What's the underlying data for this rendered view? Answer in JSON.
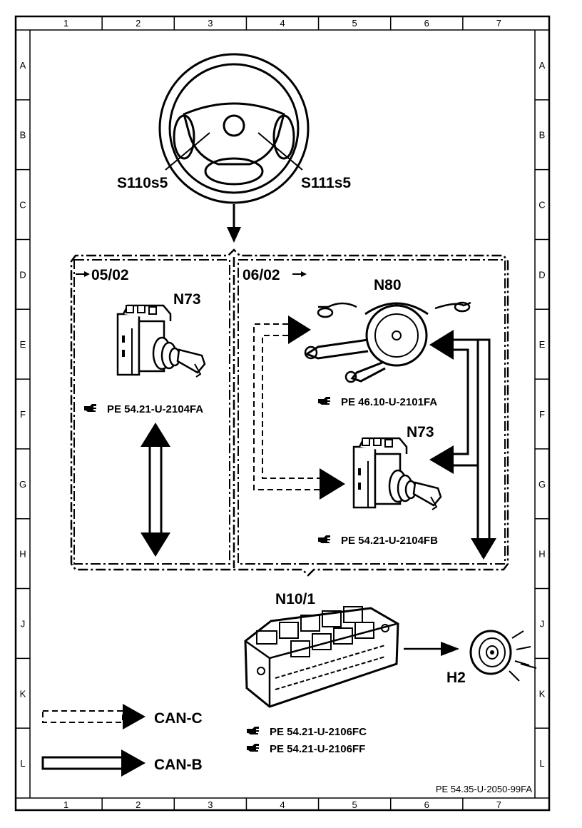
{
  "grid": {
    "columns": [
      "1",
      "2",
      "3",
      "4",
      "5",
      "6",
      "7"
    ],
    "rows": [
      "A",
      "B",
      "C",
      "D",
      "E",
      "F",
      "G",
      "H",
      "J",
      "K",
      "L"
    ]
  },
  "components": {
    "steering_left_label": "S110s5",
    "steering_right_label": "S111s5",
    "n73_left_label": "N73",
    "n80_label": "N80",
    "n73_right_label": "N73",
    "n10_label": "N10/1",
    "h2_label": "H2"
  },
  "sections": {
    "left_date": "05/02",
    "right_date": "06/02"
  },
  "references": {
    "n73_left": "PE  54.21-U-2104FA",
    "n80": "PE  46.10-U-2101FA",
    "n73_right": "PE  54.21-U-2104FB",
    "n10_a": "PE  54.21-U-2106FC",
    "n10_b": "PE  54.21-U-2106FF"
  },
  "legend": {
    "can_c": "CAN-C",
    "can_b": "CAN-B"
  },
  "footer": {
    "doc_id": "PE 54.35-U-2050-99FA"
  }
}
